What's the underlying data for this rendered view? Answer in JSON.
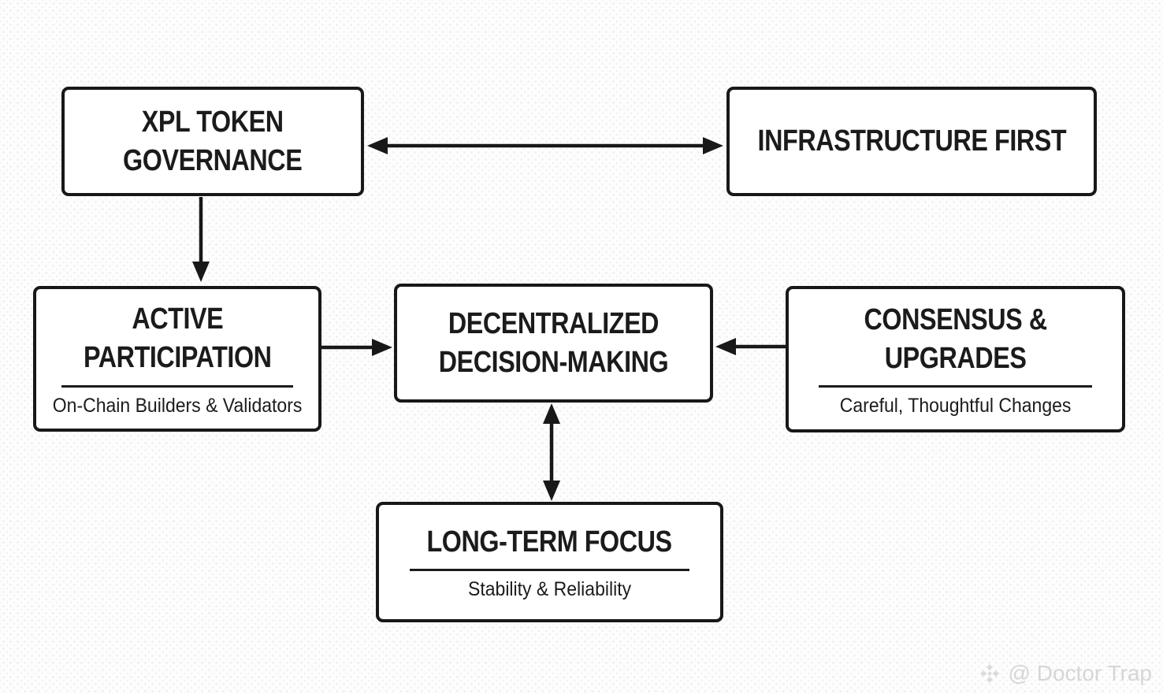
{
  "diagram": {
    "nodes": [
      {
        "id": "xpl-token-governance",
        "title": "XPL TOKEN\nGOVERNANCE"
      },
      {
        "id": "infrastructure-first",
        "title": "INFRASTRUCTURE FIRST"
      },
      {
        "id": "active-participation",
        "title": "ACTIVE\nPARTICIPATION",
        "subtitle": "On-Chain Builders & Validators"
      },
      {
        "id": "decentralized-decision-making",
        "title": "DECENTRALIZED\nDECISION-MAKING"
      },
      {
        "id": "consensus-upgrades",
        "title": "CONSENSUS &\nUPGRADES",
        "subtitle": "Careful, Thoughtful Changes"
      },
      {
        "id": "long-term-focus",
        "title": "LONG-TERM FOCUS",
        "subtitle": "Stability & Reliability"
      }
    ],
    "edges": [
      {
        "from": "xpl-token-governance",
        "to": "infrastructure-first",
        "direction": "both"
      },
      {
        "from": "xpl-token-governance",
        "to": "active-participation",
        "direction": "one-way"
      },
      {
        "from": "active-participation",
        "to": "decentralized-decision-making",
        "direction": "one-way"
      },
      {
        "from": "consensus-upgrades",
        "to": "decentralized-decision-making",
        "direction": "one-way"
      },
      {
        "from": "decentralized-decision-making",
        "to": "long-term-focus",
        "direction": "both"
      }
    ]
  },
  "watermark": {
    "text": "@ Doctor Trap",
    "icon": "diamond-logo-icon"
  },
  "colors": {
    "ink": "#181818",
    "box_fill": "#ffffff",
    "background": "#fdfdfd",
    "watermark": "#d6d6d6"
  }
}
